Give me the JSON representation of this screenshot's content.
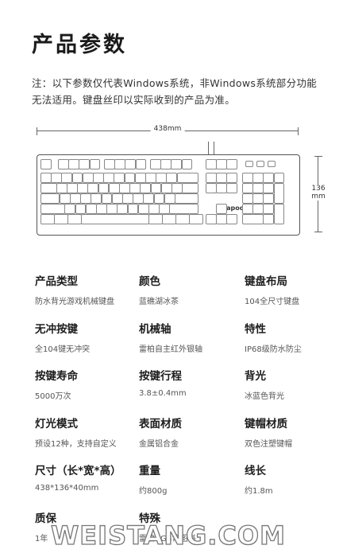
{
  "page": {
    "title": "产品参数",
    "note": "注：以下参数仅代表Windows系统，非Windows系统部分功能无法适用。键盘丝印以实际收到的产品为准。"
  },
  "diagram": {
    "width_label": "438mm",
    "height_label_value": "136",
    "height_label_unit": "mm",
    "brand": "Rapoo"
  },
  "specs": [
    {
      "label": "产品类型",
      "value": "防水背光游戏机械键盘"
    },
    {
      "label": "颜色",
      "value": "蓝礁湖冰茶"
    },
    {
      "label": "键盘布局",
      "value": "104全尺寸键盘"
    },
    {
      "label": "无冲按键",
      "value": "全104键无冲突"
    },
    {
      "label": "机械轴",
      "value": "雷柏自主红外银轴"
    },
    {
      "label": "特性",
      "value": "IP68级防水防尘"
    },
    {
      "label": "按键寿命",
      "value": "5000万次"
    },
    {
      "label": "按键行程",
      "value": "3.8±0.4mm"
    },
    {
      "label": "背光",
      "value": "冰蓝色背光"
    },
    {
      "label": "灯光模式",
      "value": "预设12种，支持自定义"
    },
    {
      "label": "表面材质",
      "value": "金属铝合金"
    },
    {
      "label": "键帽材质",
      "value": "双色注塑键帽"
    },
    {
      "label": "尺寸（长*宽*高）",
      "value": "438*136*40mm"
    },
    {
      "label": "重量",
      "value": "约800g"
    },
    {
      "label": "线长",
      "value": "约1.8m"
    },
    {
      "label": "质保",
      "value": "1年"
    },
    {
      "label": "特殊",
      "value": "雷柏RGB背图书"
    }
  ],
  "watermark": "WEISTANG.COM"
}
